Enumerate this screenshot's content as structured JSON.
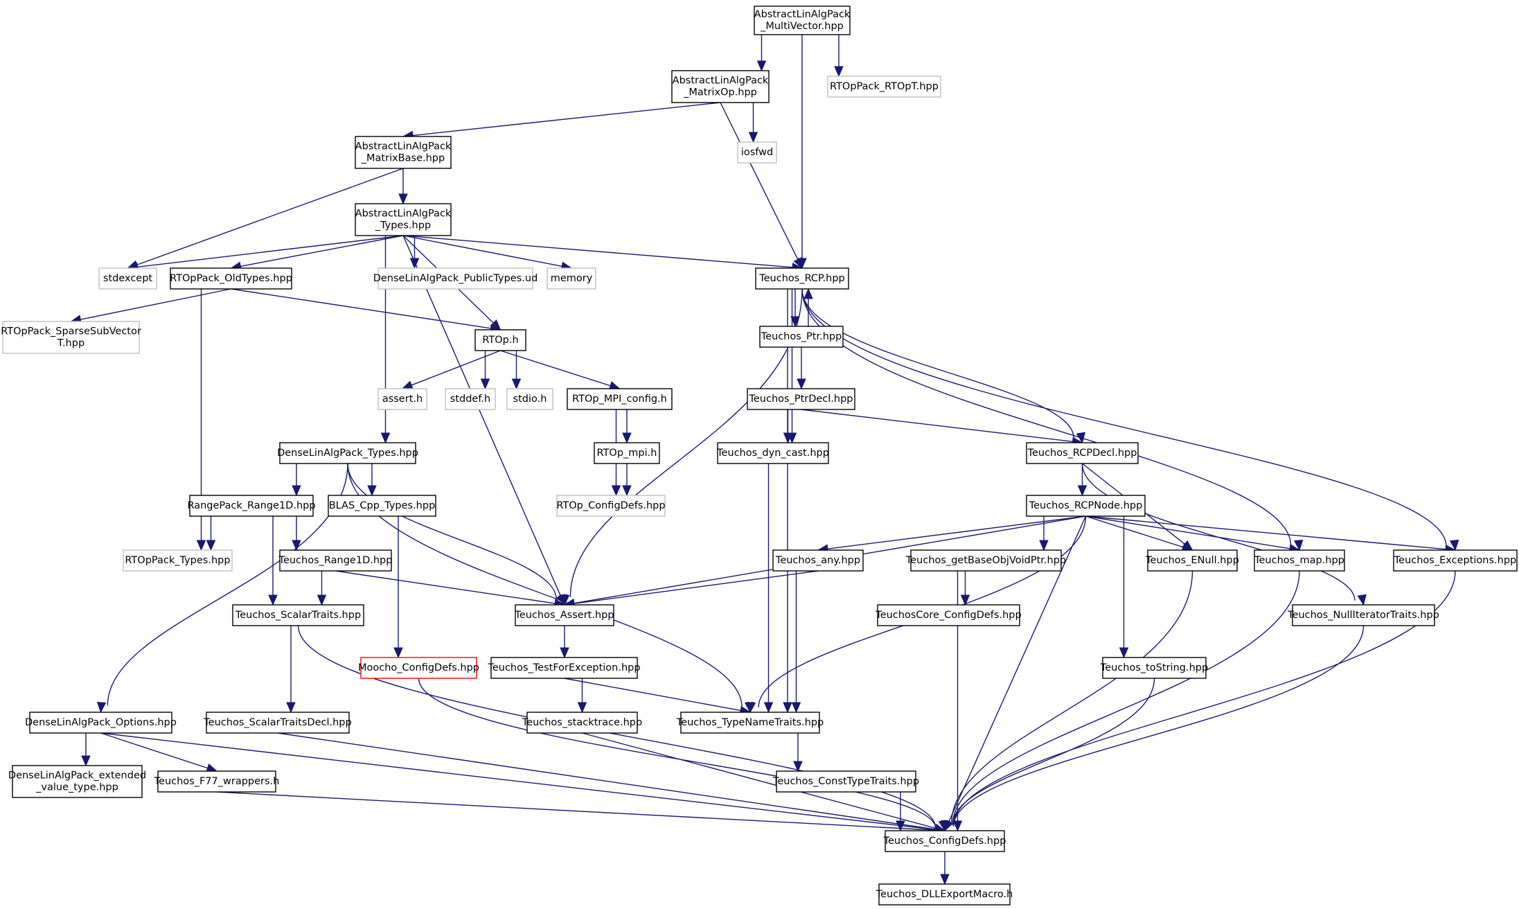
{
  "colors": {
    "edge": "#191970",
    "node_border_default": "#000000",
    "node_border_external": "#bfbfbf",
    "node_border_missing": "#ff0000",
    "root_fill": "#bfbfbf",
    "node_fill": "#ffffff"
  },
  "nodes": [
    {
      "id": "alp_multivector",
      "lines": [
        "AbstractLinAlgPack",
        "_MultiVector.hpp"
      ],
      "kind": "root"
    },
    {
      "id": "alp_matrixop",
      "lines": [
        "AbstractLinAlgPack",
        "_MatrixOp.hpp"
      ],
      "kind": "normal"
    },
    {
      "id": "rtoppack_rtopt",
      "lines": [
        "RTOpPack_RTOpT.hpp"
      ],
      "kind": "external"
    },
    {
      "id": "alp_matrixbase",
      "lines": [
        "AbstractLinAlgPack",
        "_MatrixBase.hpp"
      ],
      "kind": "normal"
    },
    {
      "id": "iosfwd",
      "lines": [
        "iosfwd"
      ],
      "kind": "external"
    },
    {
      "id": "alp_types",
      "lines": [
        "AbstractLinAlgPack",
        "_Types.hpp"
      ],
      "kind": "normal"
    },
    {
      "id": "stdexcept",
      "lines": [
        "stdexcept"
      ],
      "kind": "external"
    },
    {
      "id": "rtoppack_oldtypes",
      "lines": [
        "RTOpPack_OldTypes.hpp"
      ],
      "kind": "normal"
    },
    {
      "id": "dlap_publictypes",
      "lines": [
        "DenseLinAlgPack_PublicTypes.ud"
      ],
      "kind": "external"
    },
    {
      "id": "memory",
      "lines": [
        "memory"
      ],
      "kind": "external"
    },
    {
      "id": "teuchos_rcp",
      "lines": [
        "Teuchos_RCP.hpp"
      ],
      "kind": "normal"
    },
    {
      "id": "rtoppack_sparse",
      "lines": [
        "RTOpPack_SparseSubVector",
        "T.hpp"
      ],
      "kind": "external"
    },
    {
      "id": "rtop_h",
      "lines": [
        "RTOp.h"
      ],
      "kind": "normal"
    },
    {
      "id": "teuchos_ptr",
      "lines": [
        "Teuchos_Ptr.hpp"
      ],
      "kind": "normal"
    },
    {
      "id": "assert_h",
      "lines": [
        "assert.h"
      ],
      "kind": "external"
    },
    {
      "id": "stddef_h",
      "lines": [
        "stddef.h"
      ],
      "kind": "external"
    },
    {
      "id": "stdio_h",
      "lines": [
        "stdio.h"
      ],
      "kind": "external"
    },
    {
      "id": "rtop_mpi_config",
      "lines": [
        "RTOp_MPI_config.h"
      ],
      "kind": "normal"
    },
    {
      "id": "teuchos_ptrdecl",
      "lines": [
        "Teuchos_PtrDecl.hpp"
      ],
      "kind": "normal"
    },
    {
      "id": "dlap_types",
      "lines": [
        "DenseLinAlgPack_Types.hpp"
      ],
      "kind": "normal"
    },
    {
      "id": "rtop_mpi",
      "lines": [
        "RTOp_mpi.h"
      ],
      "kind": "normal"
    },
    {
      "id": "teuchos_dyn_cast",
      "lines": [
        "Teuchos_dyn_cast.hpp"
      ],
      "kind": "normal"
    },
    {
      "id": "teuchos_rcpdecl",
      "lines": [
        "Teuchos_RCPDecl.hpp"
      ],
      "kind": "normal"
    },
    {
      "id": "rangepack_range1d",
      "lines": [
        "RangePack_Range1D.hpp"
      ],
      "kind": "normal"
    },
    {
      "id": "blas_cpp_types",
      "lines": [
        "BLAS_Cpp_Types.hpp"
      ],
      "kind": "normal"
    },
    {
      "id": "rtop_configdefs",
      "lines": [
        "RTOp_ConfigDefs.hpp"
      ],
      "kind": "external"
    },
    {
      "id": "teuchos_rcpnode",
      "lines": [
        "Teuchos_RCPNode.hpp"
      ],
      "kind": "normal"
    },
    {
      "id": "rtoppack_types",
      "lines": [
        "RTOpPack_Types.hpp"
      ],
      "kind": "external"
    },
    {
      "id": "teuchos_range1d",
      "lines": [
        "Teuchos_Range1D.hpp"
      ],
      "kind": "normal"
    },
    {
      "id": "teuchos_any",
      "lines": [
        "Teuchos_any.hpp"
      ],
      "kind": "normal"
    },
    {
      "id": "teuchos_getbaseobjvoidptr",
      "lines": [
        "Teuchos_getBaseObjVoidPtr.hpp"
      ],
      "kind": "normal"
    },
    {
      "id": "teuchos_enull",
      "lines": [
        "Teuchos_ENull.hpp"
      ],
      "kind": "normal"
    },
    {
      "id": "teuchos_map",
      "lines": [
        "Teuchos_map.hpp"
      ],
      "kind": "normal"
    },
    {
      "id": "teuchos_exceptions",
      "lines": [
        "Teuchos_Exceptions.hpp"
      ],
      "kind": "normal"
    },
    {
      "id": "teuchos_scalartraits",
      "lines": [
        "Teuchos_ScalarTraits.hpp"
      ],
      "kind": "normal"
    },
    {
      "id": "teuchos_assert",
      "lines": [
        "Teuchos_Assert.hpp"
      ],
      "kind": "normal"
    },
    {
      "id": "teuchoscore_configdefs",
      "lines": [
        "TeuchosCore_ConfigDefs.hpp"
      ],
      "kind": "normal"
    },
    {
      "id": "teuchos_nulliteratortraits",
      "lines": [
        "Teuchos_NullIteratorTraits.hpp"
      ],
      "kind": "normal"
    },
    {
      "id": "moocho_configdefs",
      "lines": [
        "Moocho_ConfigDefs.hpp"
      ],
      "kind": "missing"
    },
    {
      "id": "teuchos_testforexception",
      "lines": [
        "Teuchos_TestForException.hpp"
      ],
      "kind": "normal"
    },
    {
      "id": "teuchos_tostring",
      "lines": [
        "Teuchos_toString.hpp"
      ],
      "kind": "normal"
    },
    {
      "id": "dlap_options",
      "lines": [
        "DenseLinAlgPack_Options.hpp"
      ],
      "kind": "normal"
    },
    {
      "id": "teuchos_scalartraitsdecl",
      "lines": [
        "Teuchos_ScalarTraitsDecl.hpp"
      ],
      "kind": "normal"
    },
    {
      "id": "teuchos_stacktrace",
      "lines": [
        "Teuchos_stacktrace.hpp"
      ],
      "kind": "normal"
    },
    {
      "id": "teuchos_typenametraits",
      "lines": [
        "Teuchos_TypeNameTraits.hpp"
      ],
      "kind": "normal"
    },
    {
      "id": "dlap_extended",
      "lines": [
        "DenseLinAlgPack_extended",
        "_value_type.hpp"
      ],
      "kind": "normal"
    },
    {
      "id": "teuchos_f77",
      "lines": [
        "Teuchos_F77_wrappers.h"
      ],
      "kind": "normal"
    },
    {
      "id": "teuchos_consttypetraits",
      "lines": [
        "Teuchos_ConstTypeTraits.hpp"
      ],
      "kind": "normal"
    },
    {
      "id": "teuchos_configdefs",
      "lines": [
        "Teuchos_ConfigDefs.hpp"
      ],
      "kind": "normal"
    },
    {
      "id": "teuchos_dllexport",
      "lines": [
        "Teuchos_DLLExportMacro.h"
      ],
      "kind": "normal"
    }
  ],
  "edges": [
    [
      "alp_multivector",
      "alp_matrixop"
    ],
    [
      "alp_multivector",
      "teuchos_rcp"
    ],
    [
      "alp_multivector",
      "rtoppack_rtopt"
    ],
    [
      "alp_matrixop",
      "alp_matrixbase"
    ],
    [
      "alp_matrixop",
      "iosfwd"
    ],
    [
      "alp_matrixop",
      "teuchos_rcp"
    ],
    [
      "alp_matrixbase",
      "alp_types"
    ],
    [
      "alp_matrixbase",
      "stdexcept"
    ],
    [
      "alp_types",
      "stdexcept"
    ],
    [
      "alp_types",
      "rtoppack_oldtypes"
    ],
    [
      "alp_types",
      "dlap_publictypes"
    ],
    [
      "alp_types",
      "memory"
    ],
    [
      "alp_types",
      "teuchos_rcp"
    ],
    [
      "alp_types",
      "rtop_h"
    ],
    [
      "alp_types",
      "dlap_types"
    ],
    [
      "alp_types",
      "teuchos_assert"
    ],
    [
      "rtoppack_oldtypes",
      "rtoppack_sparse"
    ],
    [
      "rtoppack_oldtypes",
      "rtop_h"
    ],
    [
      "rtoppack_oldtypes",
      "rtoppack_types"
    ],
    [
      "rtop_h",
      "assert_h"
    ],
    [
      "rtop_h",
      "stddef_h"
    ],
    [
      "rtop_h",
      "stdio_h"
    ],
    [
      "rtop_h",
      "rtop_mpi_config"
    ],
    [
      "rtop_mpi_config",
      "rtop_mpi"
    ],
    [
      "rtop_mpi_config",
      "rtop_configdefs"
    ],
    [
      "rtop_mpi",
      "rtop_configdefs"
    ],
    [
      "teuchos_rcp",
      "teuchos_ptr"
    ],
    [
      "teuchos_ptr",
      "teuchos_rcp"
    ],
    [
      "teuchos_rcp",
      "teuchos_dyn_cast"
    ],
    [
      "teuchos_rcp",
      "teuchos_rcpdecl"
    ],
    [
      "teuchos_rcp",
      "teuchos_assert"
    ],
    [
      "teuchos_rcp",
      "teuchos_typenametraits"
    ],
    [
      "teuchos_rcp",
      "teuchos_map"
    ],
    [
      "teuchos_rcp",
      "teuchos_exceptions"
    ],
    [
      "teuchos_ptr",
      "teuchos_ptrdecl"
    ],
    [
      "teuchos_ptrdecl",
      "teuchos_dyn_cast"
    ],
    [
      "teuchos_ptrdecl",
      "teuchos_rcpdecl"
    ],
    [
      "teuchos_dyn_cast",
      "teuchos_typenametraits"
    ],
    [
      "teuchos_rcpdecl",
      "teuchos_rcpnode"
    ],
    [
      "teuchos_rcpdecl",
      "teuchos_enull"
    ],
    [
      "teuchos_rcpdecl",
      "teuchos_nulliteratortraits"
    ],
    [
      "teuchos_rcpnode",
      "teuchos_assert"
    ],
    [
      "teuchos_rcpnode",
      "teuchos_any"
    ],
    [
      "teuchos_rcpnode",
      "teuchos_typenametraits"
    ],
    [
      "teuchos_rcpnode",
      "teuchos_getbaseobjvoidptr"
    ],
    [
      "teuchos_rcpnode",
      "teuchos_enull"
    ],
    [
      "teuchos_rcpnode",
      "teuchos_map"
    ],
    [
      "teuchos_rcpnode",
      "teuchos_exceptions"
    ],
    [
      "teuchos_rcpnode",
      "teuchos_tostring"
    ],
    [
      "teuchos_rcpnode",
      "teuchos_configdefs"
    ],
    [
      "teuchos_any",
      "teuchos_assert"
    ],
    [
      "teuchos_any",
      "teuchos_typenametraits"
    ],
    [
      "teuchos_getbaseobjvoidptr",
      "teuchoscore_configdefs"
    ],
    [
      "teuchos_getbaseobjvoidptr",
      "teuchos_configdefs"
    ],
    [
      "teuchos_enull",
      "teuchos_configdefs"
    ],
    [
      "teuchos_map",
      "teuchos_configdefs"
    ],
    [
      "teuchos_exceptions",
      "teuchos_configdefs"
    ],
    [
      "teuchos_nulliteratortraits",
      "teuchos_configdefs"
    ],
    [
      "teuchos_tostring",
      "teuchos_configdefs"
    ],
    [
      "dlap_types",
      "rangepack_range1d"
    ],
    [
      "dlap_types",
      "blas_cpp_types"
    ],
    [
      "dlap_types",
      "teuchos_assert"
    ],
    [
      "dlap_types",
      "teuchos_typenametraits"
    ],
    [
      "dlap_types",
      "dlap_options"
    ],
    [
      "rangepack_range1d",
      "rtoppack_types"
    ],
    [
      "rangepack_range1d",
      "teuchos_range1d"
    ],
    [
      "rangepack_range1d",
      "teuchos_scalartraits"
    ],
    [
      "teuchos_range1d",
      "teuchos_scalartraits"
    ],
    [
      "teuchos_range1d",
      "teuchos_assert"
    ],
    [
      "blas_cpp_types",
      "moocho_configdefs"
    ],
    [
      "moocho_configdefs",
      "teuchos_configdefs"
    ],
    [
      "teuchos_scalartraits",
      "teuchos_scalartraitsdecl"
    ],
    [
      "teuchos_scalartraits",
      "teuchos_configdefs"
    ],
    [
      "teuchos_scalartraitsdecl",
      "teuchos_configdefs"
    ],
    [
      "teuchos_assert",
      "teuchos_testforexception"
    ],
    [
      "teuchos_testforexception",
      "teuchos_stacktrace"
    ],
    [
      "teuchos_testforexception",
      "teuchos_typenametraits"
    ],
    [
      "teuchos_stacktrace",
      "teuchos_configdefs"
    ],
    [
      "teuchos_typenametraits",
      "teuchos_consttypetraits"
    ],
    [
      "teuchos_consttypetraits",
      "teuchos_configdefs"
    ],
    [
      "dlap_options",
      "dlap_extended"
    ],
    [
      "dlap_options",
      "teuchos_f77"
    ],
    [
      "dlap_options",
      "teuchos_configdefs"
    ],
    [
      "teuchos_f77",
      "teuchos_configdefs"
    ],
    [
      "teuchos_configdefs",
      "teuchos_dllexport"
    ]
  ]
}
